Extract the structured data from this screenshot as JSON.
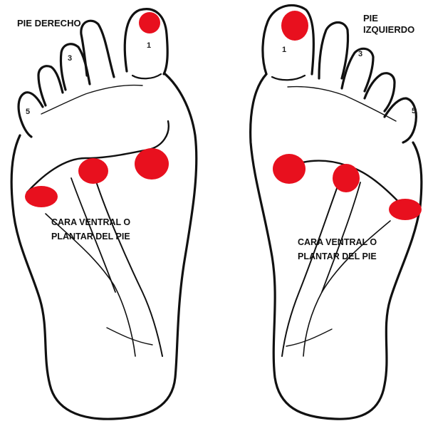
{
  "labels": {
    "right_foot_title": "PIE DERECHO",
    "left_foot_title_line1": "PIE",
    "left_foot_title_line2": "IZQUIERDO",
    "right_caption_line1": "CARA VENTRAL O",
    "right_caption_line2": "PLANTAR DEL PIE",
    "left_caption_line1": "CARA VENTRAL O",
    "left_caption_line2": "PLANTAR DEL PIE"
  },
  "toe_numbers": {
    "right": [
      "1",
      "3",
      "5"
    ],
    "left": [
      "1",
      "3",
      "5"
    ]
  },
  "colors": {
    "outline": "#111111",
    "point": "#e8101e",
    "background": "#ffffff"
  },
  "icons": {
    "right_foot": "right-foot-sole-icon",
    "left_foot": "left-foot-sole-icon",
    "marker": "red-dot-marker"
  }
}
